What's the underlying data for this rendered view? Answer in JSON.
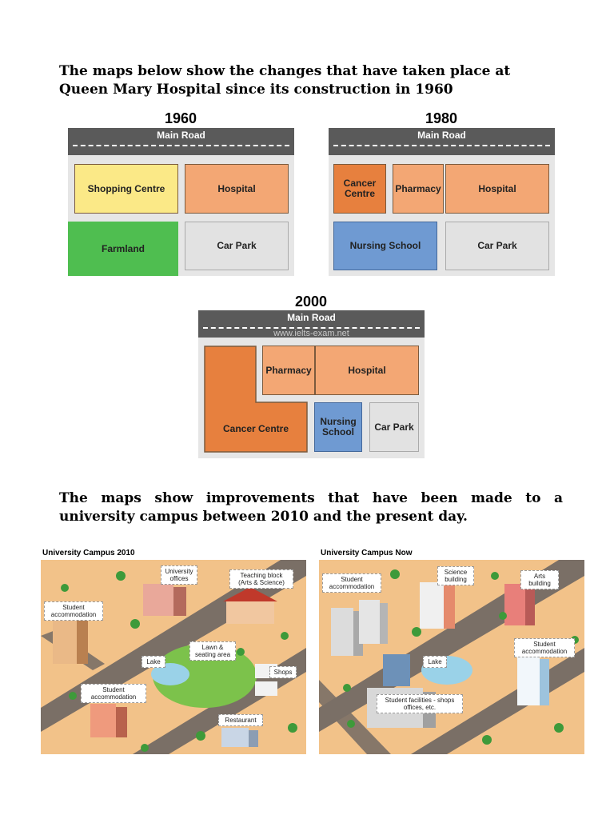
{
  "intro1": "The maps below show the changes that have taken place at  Queen Mary Hospital since its construction in 1960",
  "intro2": "The maps show improvements that have been made to a university campus between 2010 and the present day.",
  "road_label": "Main Road",
  "watermark": "www.ielts-exam.net",
  "colors": {
    "road": "#5a5a5a",
    "shopping": "#fbe987",
    "hospital": "#f3a774",
    "cancer": "#e7803e",
    "farmland": "#4fbe50",
    "carpark": "#e2e2e2",
    "nursing": "#6f9ad2",
    "ground": "#f2c289"
  },
  "map1960": {
    "year": "1960",
    "blocks": {
      "shopping": "Shopping Centre",
      "hospital": "Hospital",
      "farmland": "Farmland",
      "carpark": "Car Park"
    }
  },
  "map1980": {
    "year": "1980",
    "blocks": {
      "cancer": "Cancer Centre",
      "pharmacy": "Pharmacy",
      "hospital": "Hospital",
      "nursing": "Nursing School",
      "carpark": "Car Park"
    }
  },
  "map2000": {
    "year": "2000",
    "blocks": {
      "pharmacy": "Pharmacy",
      "hospital": "Hospital",
      "cancer": "Cancer Centre",
      "nursing": "Nursing School",
      "carpark": "Car Park"
    }
  },
  "campus2010": {
    "title": "University Campus 2010",
    "labels": {
      "offices": "University offices",
      "teaching": "Teaching block (Arts & Science)",
      "student_top": "Student accommodation",
      "lawn": "Lawn & seating area",
      "lake": "Lake",
      "shops": "Shops",
      "student_bottom": "Student accommodation",
      "restaurant": "Restaurant"
    }
  },
  "campusNow": {
    "title": "University Campus Now",
    "labels": {
      "student_top": "Student accommodation",
      "science": "Science building",
      "arts": "Arts building",
      "student_right": "Student accommodation",
      "lake": "Lake",
      "facilities": "Student facilities - shops offices, etc."
    }
  }
}
